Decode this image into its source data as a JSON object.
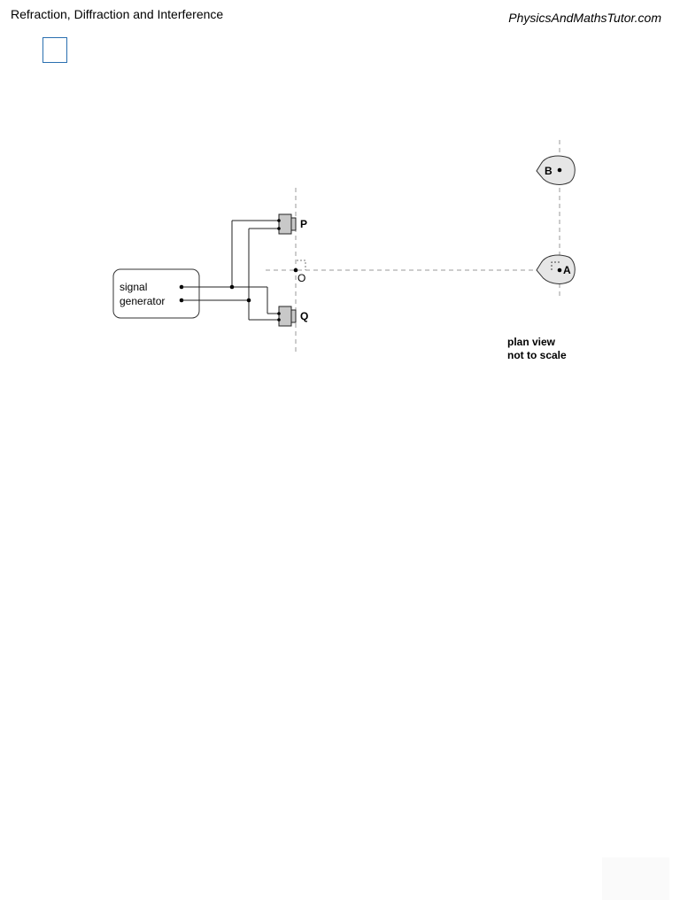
{
  "header": {
    "topic": "Refraction, Diffraction and Interference",
    "source": "PhysicsAndMathsTutor.com"
  },
  "diagram": {
    "generator_label_line1": "signal",
    "generator_label_line2": "generator",
    "speaker_p": "P",
    "speaker_q": "Q",
    "point_o": "O",
    "point_a": "A",
    "point_b": "B",
    "caption_line1": "plan view",
    "caption_line2": "not to scale"
  },
  "colors": {
    "answer_box_border": "#2a6fb0",
    "speaker_fill": "#c8c8c8",
    "head_fill": "#e6e6e6",
    "dashed_line": "#999999"
  }
}
